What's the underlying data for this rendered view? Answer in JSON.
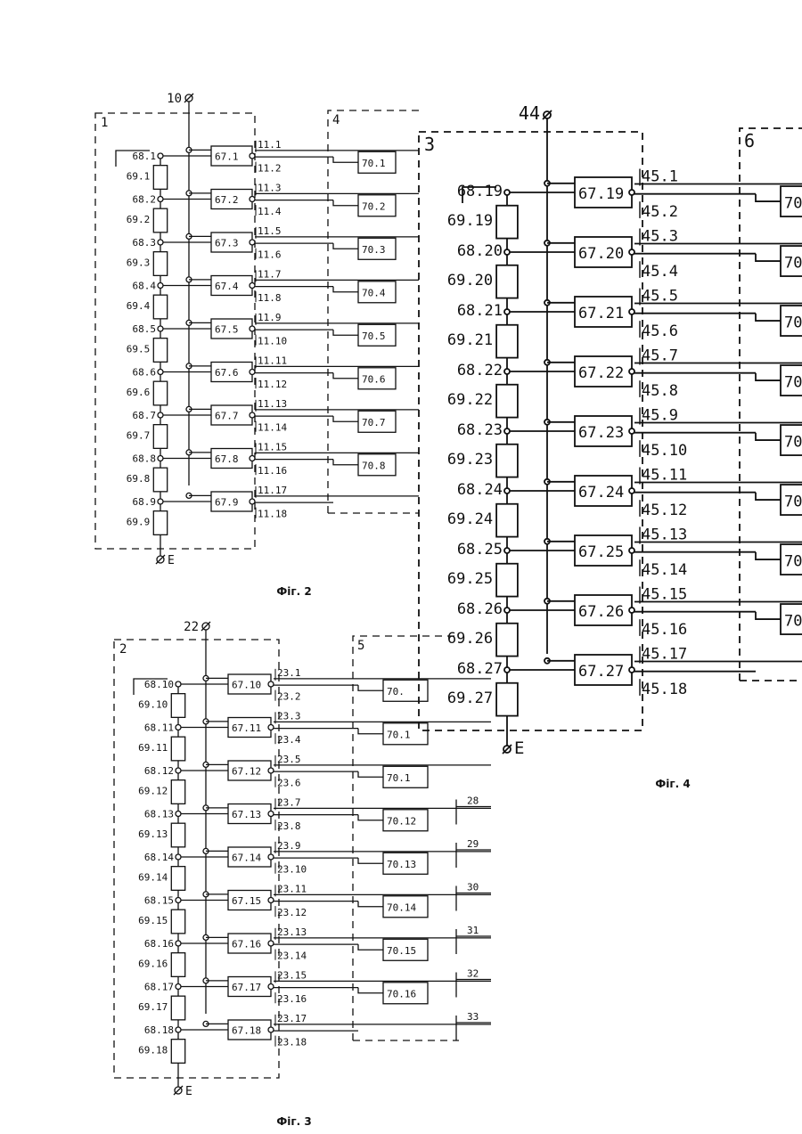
{
  "figures": [
    {
      "caption": "Фіг. 2",
      "top_terminal": "10",
      "bottom_terminal": "E",
      "group_left": "1",
      "group_right": "4",
      "node_labels": [
        "68.1",
        "68.2",
        "68.3",
        "68.4",
        "68.5",
        "68.6",
        "68.7",
        "68.8",
        "68.9"
      ],
      "resistor_labels": [
        "69.1",
        "69.2",
        "69.3",
        "69.4",
        "69.5",
        "69.6",
        "69.7",
        "69.8",
        "69.9"
      ],
      "switch_labels": [
        "67.1",
        "67.2",
        "67.3",
        "67.4",
        "67.5",
        "67.6",
        "67.7",
        "67.8",
        "67.9"
      ],
      "line_labels": [
        "11.1",
        "11.2",
        "11.3",
        "11.4",
        "11.5",
        "11.6",
        "11.7",
        "11.8",
        "11.9",
        "11.10",
        "11.11",
        "11.12",
        "11.13",
        "11.14",
        "11.15",
        "11.16",
        "11.17",
        "11.18"
      ],
      "right_box_labels": [
        "70.1",
        "70.2",
        "70.3",
        "70.4",
        "70.5",
        "70.6",
        "70.7",
        "70.8"
      ],
      "output_labels": []
    },
    {
      "caption": "Фіг. 3",
      "top_terminal": "22",
      "bottom_terminal": "E",
      "group_left": "2",
      "group_right": "5",
      "node_labels": [
        "68.10",
        "68.11",
        "68.12",
        "68.13",
        "68.14",
        "68.15",
        "68.16",
        "68.17",
        "68.18"
      ],
      "resistor_labels": [
        "69.10",
        "69.11",
        "69.12",
        "69.13",
        "69.14",
        "69.15",
        "69.16",
        "69.17",
        "69.18"
      ],
      "switch_labels": [
        "67.10",
        "67.11",
        "67.12",
        "67.13",
        "67.14",
        "67.15",
        "67.16",
        "67.17",
        "67.18"
      ],
      "line_labels": [
        "23.1",
        "23.2",
        "23.3",
        "23.4",
        "23.5",
        "23.6",
        "23.7",
        "23.8",
        "23.9",
        "23.10",
        "23.11",
        "23.12",
        "23.13",
        "23.14",
        "23.15",
        "23.16",
        "23.17",
        "23.18"
      ],
      "right_box_labels": [
        "70.",
        "70.1",
        "70.1",
        "70.12",
        "70.13",
        "70.14",
        "70.15",
        "70.16"
      ],
      "output_labels": [
        "28",
        "29",
        "30",
        "31",
        "32",
        "33"
      ]
    },
    {
      "caption": "Фіг. 4",
      "top_terminal": "44",
      "bottom_terminal": "E",
      "group_left": "3",
      "group_right": "6",
      "node_labels": [
        "68.19",
        "68.20",
        "68.21",
        "68.22",
        "68.23",
        "68.24",
        "68.25",
        "68.26",
        "68.27"
      ],
      "resistor_labels": [
        "69.19",
        "69.20",
        "69.21",
        "69.22",
        "69.23",
        "69.24",
        "69.25",
        "69.26",
        "69.27"
      ],
      "switch_labels": [
        "67.19",
        "67.20",
        "67.21",
        "67.22",
        "67.23",
        "67.24",
        "67.25",
        "67.26",
        "67.27"
      ],
      "line_labels": [
        "45.1",
        "45.2",
        "45.3",
        "45.4",
        "45.5",
        "45.6",
        "45.7",
        "45.8",
        "45.9",
        "45.10",
        "45.11",
        "45.12",
        "45.13",
        "45.14",
        "45.15",
        "45.16",
        "45.17",
        "45.18"
      ],
      "right_box_labels": [
        "70",
        "70",
        "70",
        "70",
        "70",
        "70",
        "70",
        "70"
      ],
      "output_labels": []
    }
  ]
}
